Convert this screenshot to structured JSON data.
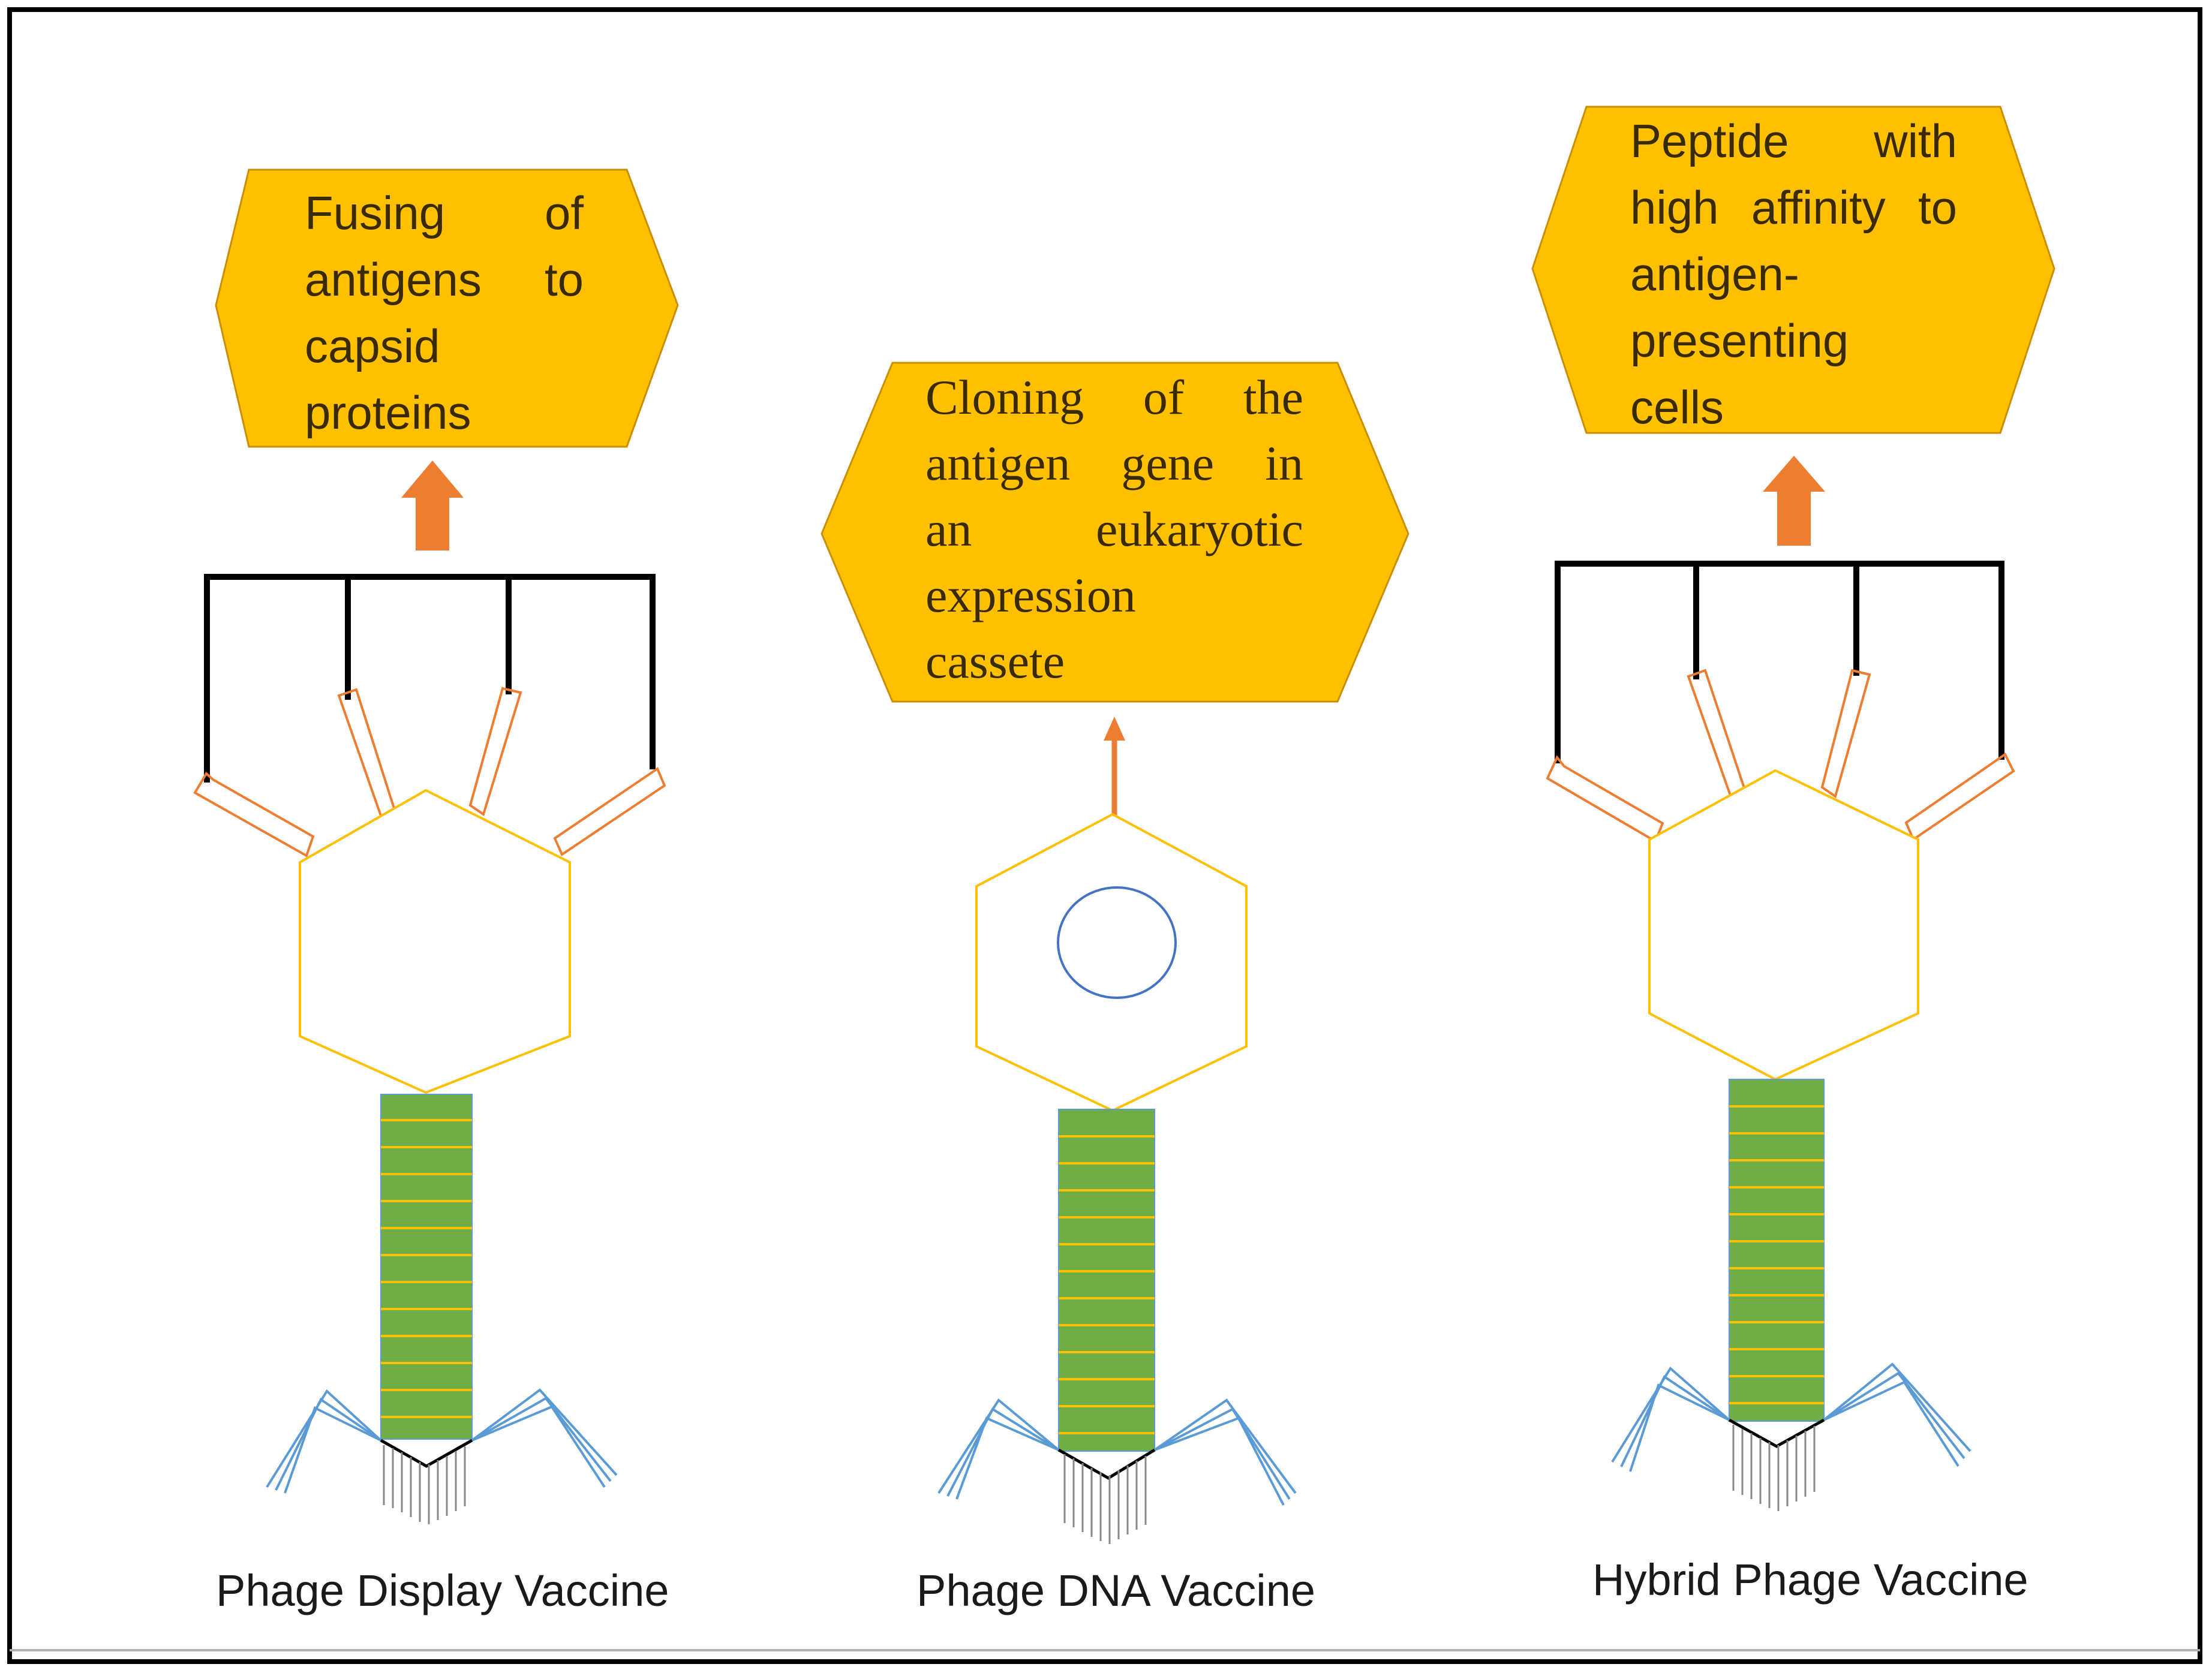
{
  "diagram": {
    "colors": {
      "hexagon_fill": "#ffc000",
      "hexagon_border": "#c98f00",
      "arrow": "#ed7d31",
      "capsid": "#ffc000",
      "tail": "#70ad47",
      "tail_bands": "#ffc000",
      "legs": "#5b9bd5",
      "dna_ring": "#4472c4",
      "fibers": "#000000",
      "frame": "#000000"
    },
    "panels": [
      {
        "name": "phage-display",
        "caption": "Phage Display Vaccine",
        "description_lines": [
          "Fusing of",
          "antigens to",
          "capsid",
          "proteins"
        ]
      },
      {
        "name": "phage-dna",
        "caption": "Phage DNA Vaccine",
        "description_lines": [
          "Cloning of the",
          "antigen gene in",
          "an eukaryotic",
          "expression",
          "cassete"
        ]
      },
      {
        "name": "hybrid-phage",
        "caption": "Hybrid Phage Vaccine",
        "description_lines": [
          "Peptide with",
          "high affinity to",
          "antigen-",
          "presenting",
          "cells"
        ]
      }
    ]
  }
}
